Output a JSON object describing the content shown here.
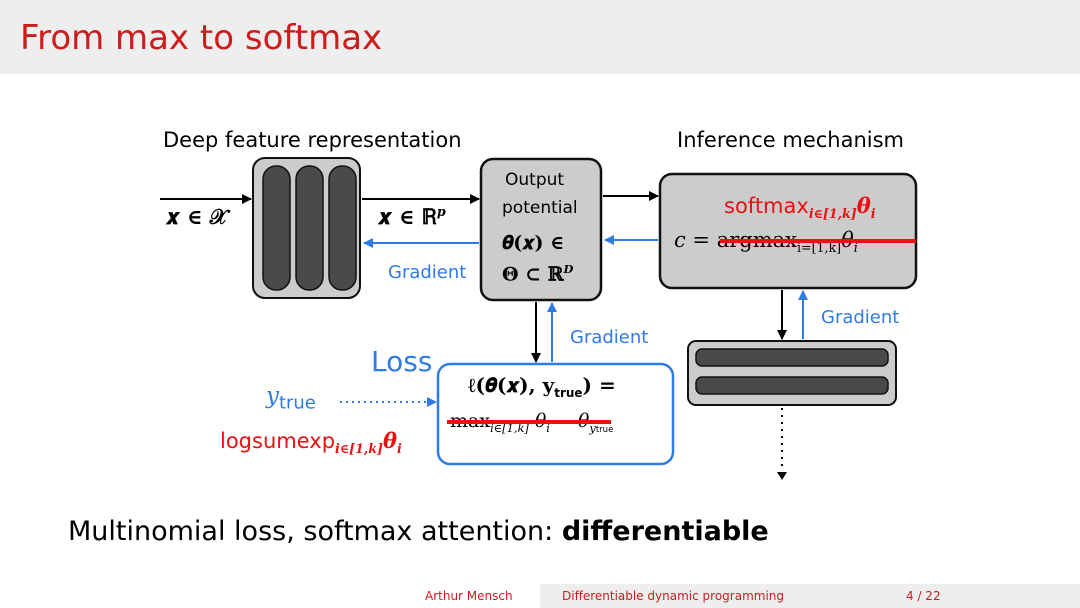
{
  "slide": {
    "title": "From max to softmax",
    "headings": {
      "deep_feature": "Deep feature representation",
      "inference": "Inference mechanism"
    },
    "labels": {
      "input_x": "𝒙 ∈ 𝒳",
      "feature_x": "𝒙 ∈ ℝ",
      "feature_exp": "p",
      "output_line1": "Output",
      "output_line2": "potential",
      "output_line3": "𝜽(𝒙) ∈",
      "output_line4": "𝚯 ⊂ ℝ",
      "output_exp": "D",
      "gradient": "Gradient",
      "softmax_name": "softmax",
      "softmax_sub": "i∈[1,k]",
      "softmax_theta": "θ",
      "softmax_theta_sub": "i",
      "argmax_prefix": "c = ",
      "argmax_name": "argmax",
      "argmax_sub": "i=[1,k]",
      "argmax_theta": "θ",
      "argmax_theta_sub": "i",
      "loss": "Loss",
      "y_true": "y",
      "y_true_sub": "true",
      "logsumexp_name": "logsumexp",
      "logsumexp_sub": "i∈[1,k]",
      "logsumexp_theta": "θ",
      "logsumexp_theta_sub": "i",
      "loss_line1": "ℓ(𝜽(𝒙), y",
      "loss_line1_sub": "true",
      "loss_line1_end": ") =",
      "max_name": "max",
      "max_sub": "i∈[1,k]",
      "max_theta": " θ",
      "max_theta_sub": "i",
      "minus_theta": " − θ",
      "minus_theta_sub": "y",
      "minus_theta_subsub": "true"
    },
    "caption_prefix": "Multinomial loss, softmax attention: ",
    "caption_bold": "differentiable"
  },
  "footer": {
    "author": "Arthur Mensch",
    "talk_title": "Differentiable dynamic programming",
    "page": "4 / 22"
  },
  "colors": {
    "title_red": "#cc1c1c",
    "gradient_blue": "#2f7be6",
    "highlight_red": "#e81010",
    "box_gray": "#cccccc",
    "bar_dark": "#4a4a4a"
  }
}
